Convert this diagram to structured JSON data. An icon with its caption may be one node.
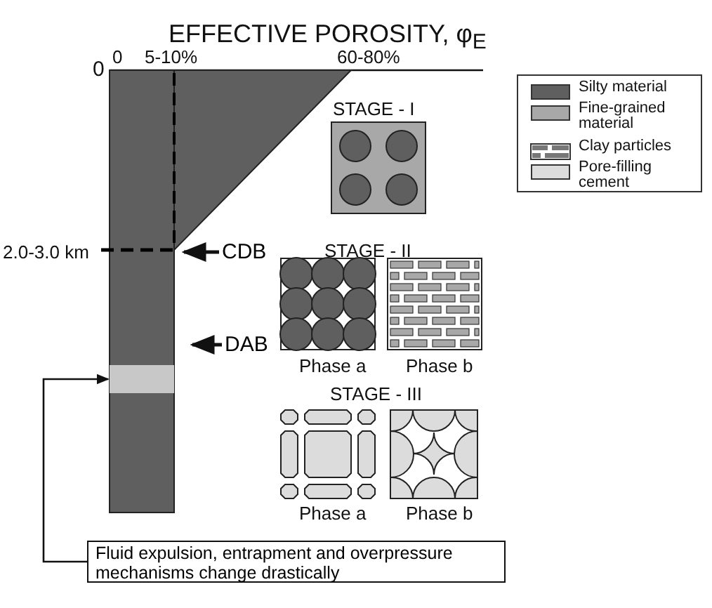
{
  "diagram": {
    "nodes": [
      {
        "text": [
          "Fluid expulsion, entrapment and overpressure mechanisms change drastically"
        ]
      },
      {
        "text": [],
        "shape": "band"
      },
      {
        "text": [
          "CDB"
        ]
      },
      {
        "text": [
          "DAB"
        ]
      }
    ],
    "edges": [
      {
        "from": 0,
        "to": 1,
        "arrow": "to"
      },
      {
        "from": 2,
        "to": null,
        "arrow": "to"
      },
      {
        "from": 3,
        "to": null,
        "arrow": "to"
      }
    ],
    "labels": [
      "EFFECTIVE POROSITY, φ$_{E}$",
      "0",
      "0",
      "5-10%",
      "60-80%",
      "STAGE - I",
      "2.0-3.0 km",
      "STAGE - II",
      "Phase a",
      "Phase b",
      "STAGE - III",
      "Phase a",
      "Phase b"
    ],
    "legend": [
      {
        "text": "Silty material",
        "color": "#5f5f5f"
      },
      {
        "text": "Fine-grained material",
        "color": "#a8a8a8"
      },
      {
        "text": "Clay particles"
      },
      {
        "text": "Pore-filling cement",
        "color": "#dcdcdc"
      }
    ]
  }
}
